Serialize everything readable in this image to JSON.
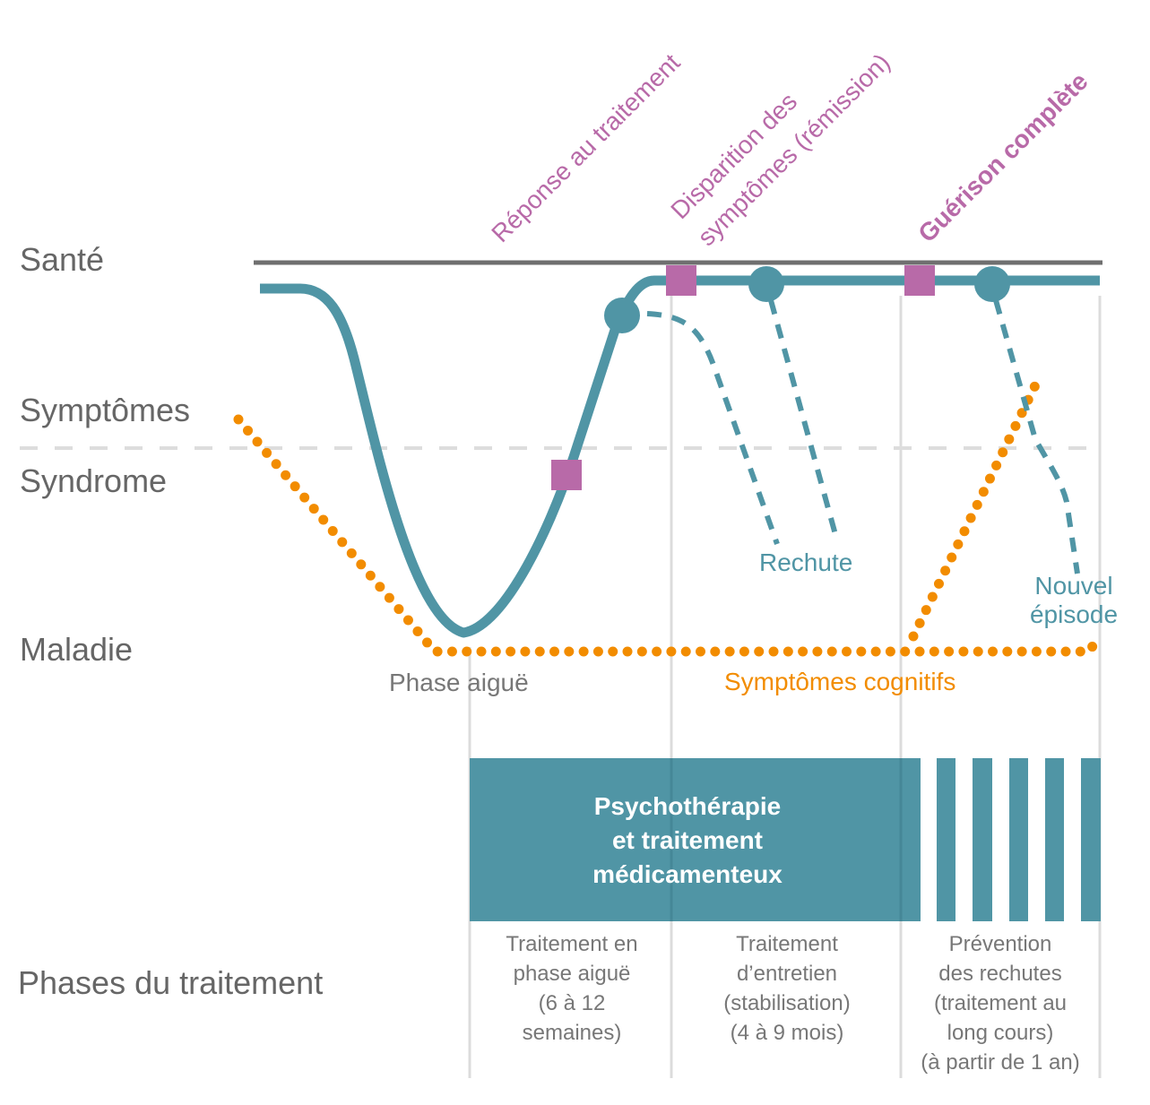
{
  "colors": {
    "teal": "#5095a5",
    "orange": "#f28c00",
    "magenta": "#b86aa8",
    "grey_line": "#6f6f6f",
    "grid": "#dcdcdc",
    "label": "#666666"
  },
  "levels": {
    "sante": "Santé",
    "symptomes": "Symptômes",
    "syndrome": "Syndrome",
    "maladie": "Maladie"
  },
  "milestones": {
    "reponse": "Réponse au traitement",
    "disparition_line1": "Disparition des",
    "disparition_line2": "symptômes (rémission)",
    "guerison": "Guérison complète"
  },
  "annotations": {
    "phase_aigue": "Phase aiguë",
    "rechute": "Rechute",
    "nouvel_episode_line1": "Nouvel",
    "nouvel_episode_line2": "épisode",
    "symptomes_cognitifs": "Symptômes cognitifs"
  },
  "treatment_bar": {
    "line1": "Psychothérapie",
    "line2": "et traitement",
    "line3": "médicamenteux"
  },
  "phases": {
    "title": "Phases du traitement",
    "items": [
      {
        "lines": [
          "Traitement en",
          "phase aiguë",
          "(6 à 12",
          "semaines)"
        ]
      },
      {
        "lines": [
          "Traitement",
          "d’entretien",
          "(stabilisation)",
          "(4 à 9 mois)"
        ]
      },
      {
        "lines": [
          "Prévention",
          "des rechutes",
          "(traitement au",
          "long cours)",
          "(à partir de 1 an)"
        ]
      }
    ]
  }
}
